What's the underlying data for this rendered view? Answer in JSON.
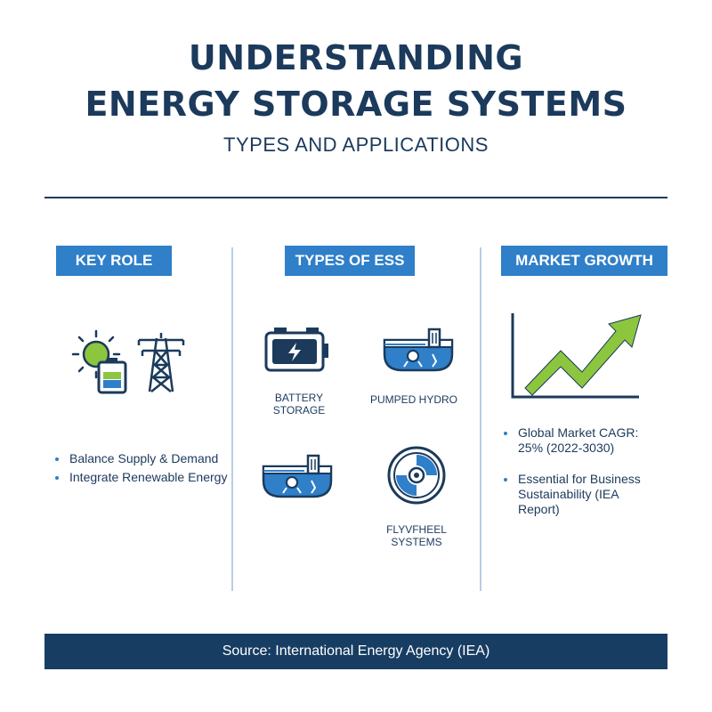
{
  "header": {
    "title_line1": "UNDERSTANDING",
    "title_line2": "ENERGY STORAGE SYSTEMS",
    "subtitle": "TYPES AND APPLICATIONS"
  },
  "key_role": {
    "heading": "KEY ROLE",
    "bullets": [
      "Balance Supply & Demand",
      "Integrate Renewable Energy"
    ]
  },
  "types": {
    "heading": "TYPES OF ESS",
    "items": [
      "BATTERY STORAGE",
      "PUMPED HYDRO",
      "FLYVFHEEL SYSTEMS"
    ]
  },
  "market": {
    "heading": "MARKET GROWTH",
    "bullets": [
      "Global Market CAGR: 25% (2022-3030)",
      "Essential for Business Sustainability (IEA Report)"
    ]
  },
  "footer": {
    "source": "Source: International Energy Agency (IEA)"
  },
  "colors": {
    "navy": "#1b3a5c",
    "blue": "#2f7fc9",
    "green": "#8cc63f",
    "footer": "#173d63"
  },
  "icons": [
    "sun-icon",
    "battery-icon",
    "power-tower-icon",
    "battery-storage-icon",
    "pumped-hydro-icon",
    "flywheel-icon",
    "growth-chart-icon"
  ]
}
